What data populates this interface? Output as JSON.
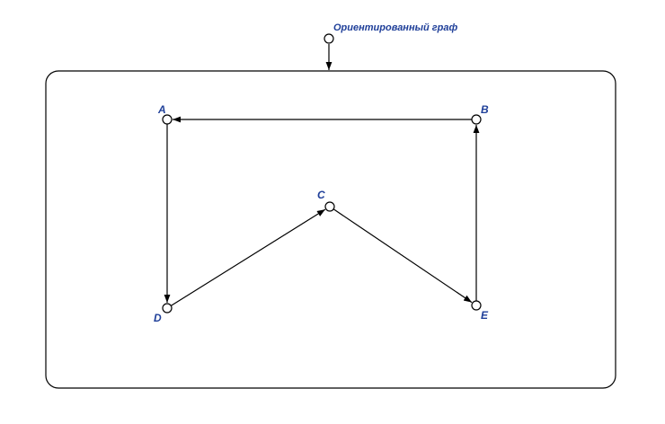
{
  "title": "Ориентированный граф",
  "colors": {
    "label": "#1f3f99",
    "line": "#000000",
    "node_fill": "#ffffff"
  },
  "nodes": [
    {
      "id": "A",
      "label": "A"
    },
    {
      "id": "B",
      "label": "B"
    },
    {
      "id": "C",
      "label": "C"
    },
    {
      "id": "D",
      "label": "D"
    },
    {
      "id": "E",
      "label": "E"
    }
  ],
  "edges": [
    {
      "from": "B",
      "to": "A"
    },
    {
      "from": "A",
      "to": "D"
    },
    {
      "from": "D",
      "to": "C"
    },
    {
      "from": "C",
      "to": "E"
    },
    {
      "from": "E",
      "to": "B"
    }
  ]
}
